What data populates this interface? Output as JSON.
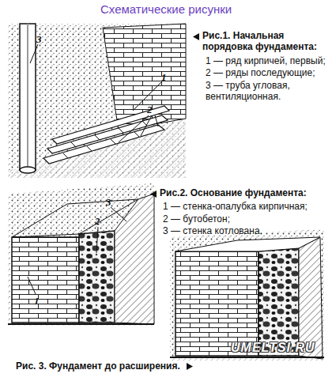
{
  "diagram": {
    "title": "Схематические рисунки",
    "caption": "Рис. 3. Фундамент до расширения.",
    "labels": [
      "Рис.1. Начальная порядовка фундамента:",
      "1 — ряд кирпичей, первый;",
      "2 — ряды последующие;",
      "3 — труба угловая, вентиляционная.",
      "3",
      "1",
      "2",
      "Рис.2. Основание фундамента:",
      "1 — стенка-опалубка кирпичная;",
      "2 — бутобетон;",
      "3 — стенка котлована.",
      "3",
      "2",
      "1",
      "UMELTSI.RU"
    ]
  }
}
